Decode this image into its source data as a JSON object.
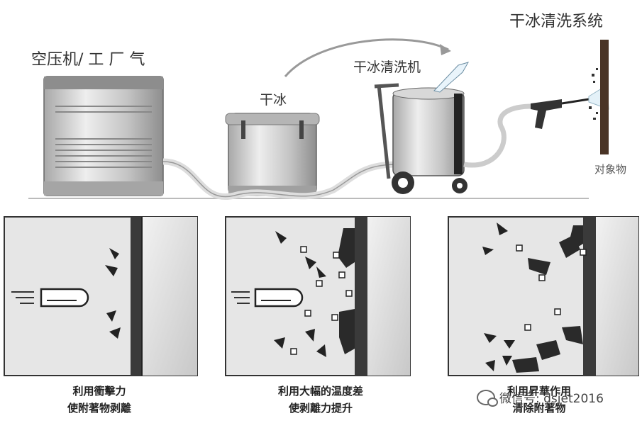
{
  "top": {
    "system_title": "干冰清洗系统",
    "compressor_label": "空压机/ 工 厂 气",
    "dry_ice_label": "干冰",
    "machine_label": "干冰清洗机",
    "object_label": "对象物"
  },
  "panels": [
    {
      "caption_line1": "利用衝擊力",
      "caption_line2": "使附著物剥離"
    },
    {
      "caption_line1": "利用大幅的温度差",
      "caption_line2": "使剥離力提升"
    },
    {
      "caption_line1": "利用昇華作用",
      "caption_line2": "清除附著物"
    }
  ],
  "watermark": {
    "text": "微信号: dsjet2016"
  },
  "colors": {
    "metal": "#c9c9c9",
    "outline": "#333333",
    "panel_bg": "#e6e6e6",
    "dark": "#2a2a2a"
  }
}
